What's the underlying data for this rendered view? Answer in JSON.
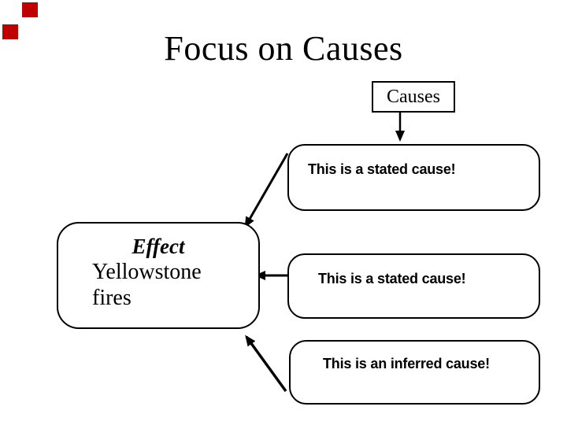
{
  "slide": {
    "title": "Focus on Causes",
    "background": "#ffffff"
  },
  "decorations": {
    "squares": [
      {
        "name": "red-square-top",
        "color": "#c00000"
      },
      {
        "name": "red-square-left",
        "color": "#c00000"
      }
    ]
  },
  "diagram": {
    "causes_label": "Causes",
    "effect_box": {
      "heading": "Effect",
      "line1": "Yellowstone",
      "line2": "fires"
    },
    "cause_boxes": [
      {
        "text": "This is a stated cause!"
      },
      {
        "text": "This is a stated cause!"
      },
      {
        "text": "This is an inferred cause!"
      }
    ],
    "line_color": "#000000"
  }
}
